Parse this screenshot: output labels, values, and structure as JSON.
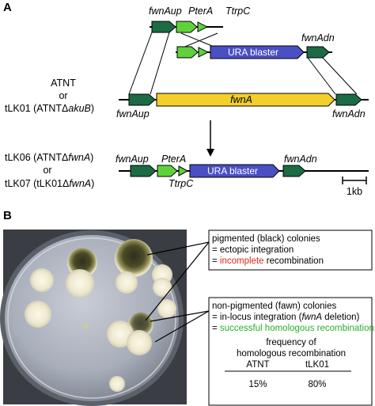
{
  "panel_a": {
    "label": "A",
    "construct_labels": {
      "fwnAup": "fwnAup",
      "pterA": "PterA",
      "ttrpC": "TtrpC",
      "fwnAdn": "fwnAdn"
    },
    "ura_blaster": "URA blaster",
    "strain_atnt": "ATNT",
    "or": "or",
    "strain_tlk01_prefix": "tLK01 (ATNT",
    "strain_tlk01_gene": "akuB",
    "strain_tlk01_suffix": ")",
    "genome_fwnAup": "fwnAup",
    "genome_fwnA": "fwnA",
    "genome_fwnAdn": "fwnAdn",
    "strain_tlk06_prefix": "tLK06 (ATNT",
    "strain_tlk06_gene": "fwnA",
    "strain_tlk06_suffix": ")",
    "strain_tlk07_prefix": "tLK07 (tLK01",
    "strain_tlk07_gene": "fwnA",
    "strain_tlk07_suffix": ")",
    "delta": "Δ",
    "result_fwnAup": "fwnAup",
    "result_pterA": "PterA",
    "result_ttrpC": "TtrpC",
    "result_ura": "URA blaster",
    "result_fwnAdn": "fwnAdn",
    "scale_bar": "1kb"
  },
  "panel_b": {
    "label": "B",
    "box1_line1": "pigmented (black) colonies",
    "box1_line2": "= ectopic integration",
    "box1_line3_prefix": "= ",
    "box1_line3_red": "incomplete",
    "box1_line3_suffix": " recombination",
    "box2_line1": "non-pigmented (fawn) colonies",
    "box2_line2_prefix": "= in-locus integration (",
    "box2_line2_gene": "fwnA",
    "box2_line2_suffix": " deletion)",
    "box2_line3_prefix": "= ",
    "box2_line3_green": "successful homologous recombination",
    "freq_title_1": "frequency of",
    "freq_title_2": "homologous recombination",
    "col_atnt": "ATNT",
    "col_tlk01": "tLK01",
    "val_atnt": "15%",
    "val_tlk01": "80%"
  },
  "colors": {
    "dark_green": "#1c6b45",
    "light_green": "#5fd23b",
    "blue": "#4a4fc4",
    "yellow": "#f2cf2a",
    "red": "#e0261b",
    "green_text": "#27b02a"
  }
}
